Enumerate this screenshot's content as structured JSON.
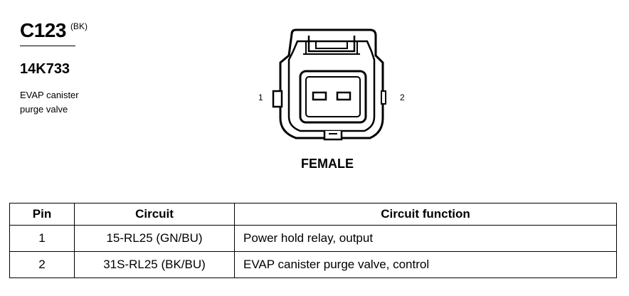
{
  "connector": {
    "id": "C123",
    "color": "(BK)",
    "part_number": "14K733",
    "description_line1": "EVAP canister",
    "description_line2": "purge valve",
    "pin_label_left": "1",
    "pin_label_right": "2",
    "gender": "FEMALE"
  },
  "table": {
    "headers": [
      "Pin",
      "Circuit",
      "Circuit function"
    ],
    "rows": [
      {
        "pin": "1",
        "circuit": "15-RL25 (GN/BU)",
        "function": "Power hold relay, output"
      },
      {
        "pin": "2",
        "circuit": "31S-RL25 (BK/BU)",
        "function": "EVAP canister purge valve, control"
      }
    ]
  }
}
